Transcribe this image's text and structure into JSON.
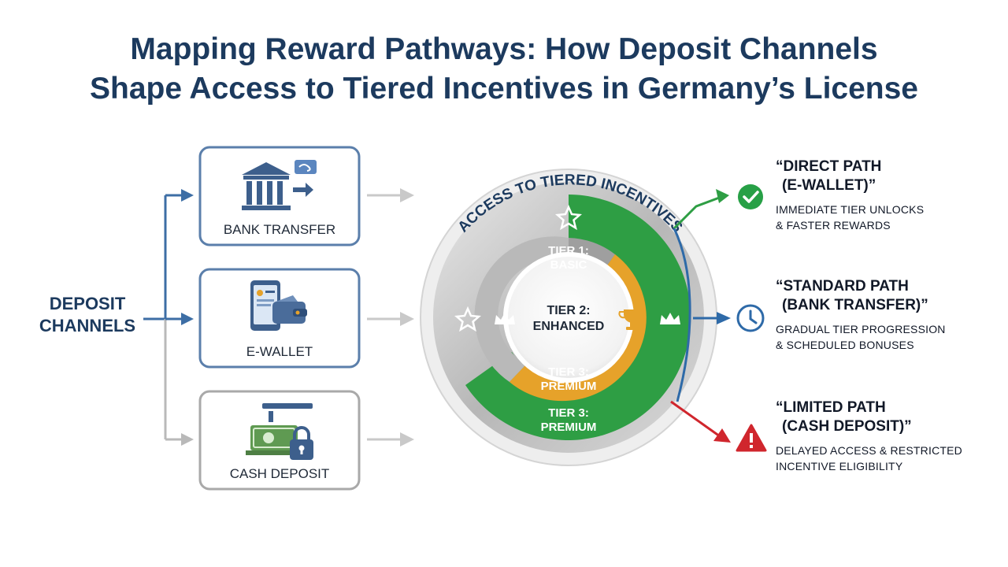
{
  "title": {
    "line1": "Mapping Reward Pathways: How Deposit Channels",
    "line2": "Shape Access to Tiered Incentives in Germany’s License"
  },
  "deposit_channels_label": {
    "line1": "DEPOSIT",
    "line2": "CHANNELS"
  },
  "channels": [
    {
      "label": "BANK TRANSFER",
      "icon": "bank-transfer-icon"
    },
    {
      "label": "E-WALLET",
      "icon": "e-wallet-icon"
    },
    {
      "label": "CASH DEPOSIT",
      "icon": "cash-lock-icon"
    }
  ],
  "ring": {
    "arc_title": "ACCESS TO TIERED INCENTIVES",
    "tiers": {
      "basic": {
        "line1": "TIER 1:",
        "line2": "BASIC"
      },
      "enhanced": {
        "line1": "TIER 2:",
        "line2": "ENHANCED"
      },
      "premium_inner": {
        "line1": "TIER 3:",
        "line2": "PREMIUM"
      },
      "premium_outer": {
        "line1": "TIER 3:",
        "line2": "PREMIUM"
      }
    }
  },
  "outcomes": [
    {
      "heading1": "“DIRECT PATH",
      "heading2": "(E-WALLET)”",
      "desc1": "IMMEDIATE TIER UNLOCKS",
      "desc2": "& FASTER REWARDS",
      "icon": "check-circle-icon",
      "color": "#27a046"
    },
    {
      "heading1": "“STANDARD PATH",
      "heading2": "(BANK TRANSFER)”",
      "desc1": "GRADUAL TIER PROGRESSION",
      "desc2": "& SCHEDULED BONUSES",
      "icon": "clock-icon",
      "color": "#2e6aa8"
    },
    {
      "heading1": "“LIMITED PATH",
      "heading2": "(CASH DEPOSIT)”",
      "desc1": "DELAYED ACCESS & RESTRICTED",
      "desc2": "INCENTIVE ELIGIBILITY",
      "icon": "warning-icon",
      "color": "#d0262d"
    }
  ],
  "colors": {
    "title": "#1c3a5e",
    "green": "#2e9e44",
    "gold": "#e6a22a",
    "gray": "#a9a9a9",
    "blue": "#2e6aa8",
    "red": "#d0262d"
  }
}
